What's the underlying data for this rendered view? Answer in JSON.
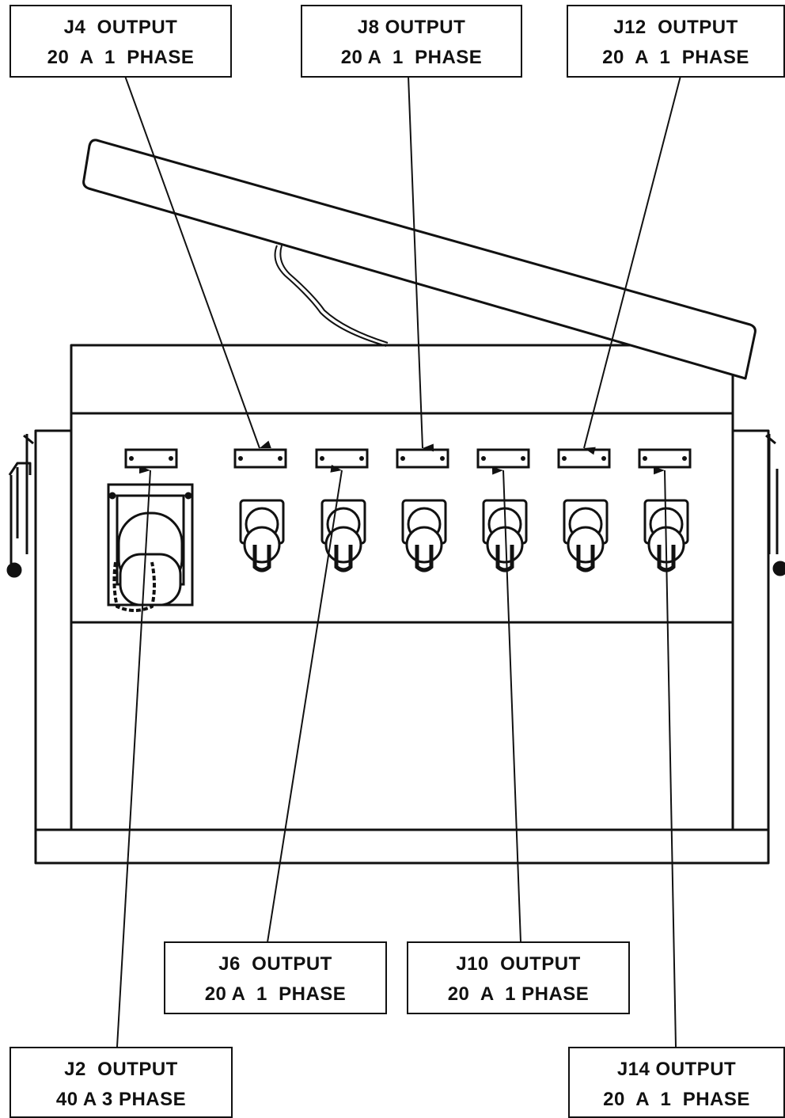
{
  "callouts": {
    "j4": {
      "title": "J4  OUTPUT",
      "rating": "20  A  1  PHASE"
    },
    "j8": {
      "title": "J8 OUTPUT",
      "rating": "20 A  1  PHASE"
    },
    "j12": {
      "title": "J12  OUTPUT",
      "rating": "20  A  1  PHASE"
    },
    "j6": {
      "title": "J6  OUTPUT",
      "rating": "20 A  1  PHASE"
    },
    "j10": {
      "title": "J10  OUTPUT",
      "rating": "20  A  1 PHASE"
    },
    "j2": {
      "title": "J2  OUTPUT",
      "rating": "40 A 3 PHASE"
    },
    "j14": {
      "title": "J14 OUTPUT",
      "rating": "20  A  1  PHASE"
    }
  },
  "colors": {
    "ink": "#111111",
    "paper": "#ffffff"
  }
}
